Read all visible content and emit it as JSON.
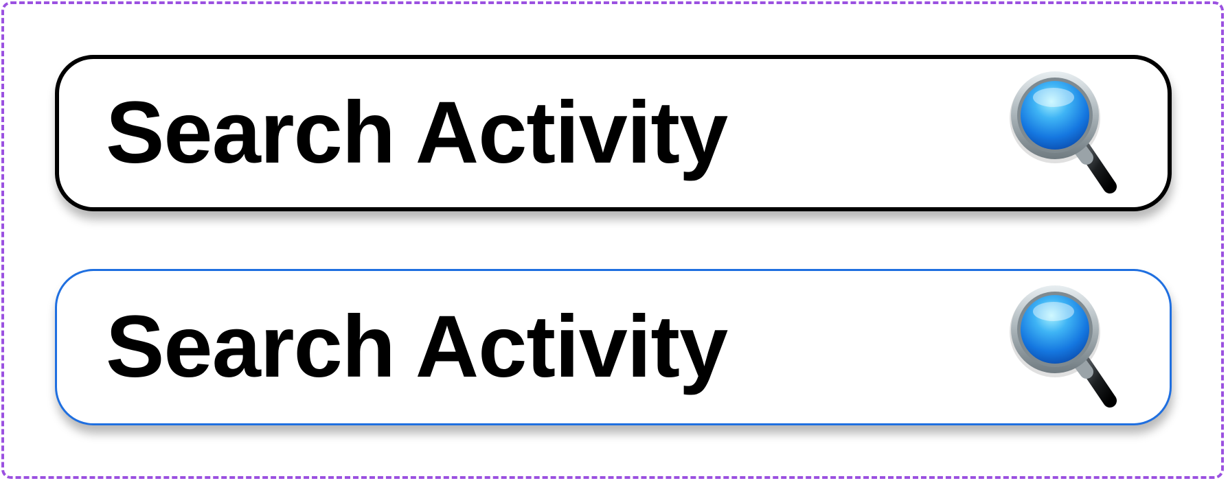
{
  "search_fields": [
    {
      "state": "default",
      "text": "Search Activity",
      "border_color": "#000000",
      "icon": "magnifying-glass-icon"
    },
    {
      "state": "focused",
      "text": "Search Activity",
      "border_color": "#1f6fe0",
      "icon": "magnifying-glass-icon"
    }
  ],
  "frame_border_color": "#9b51e0"
}
